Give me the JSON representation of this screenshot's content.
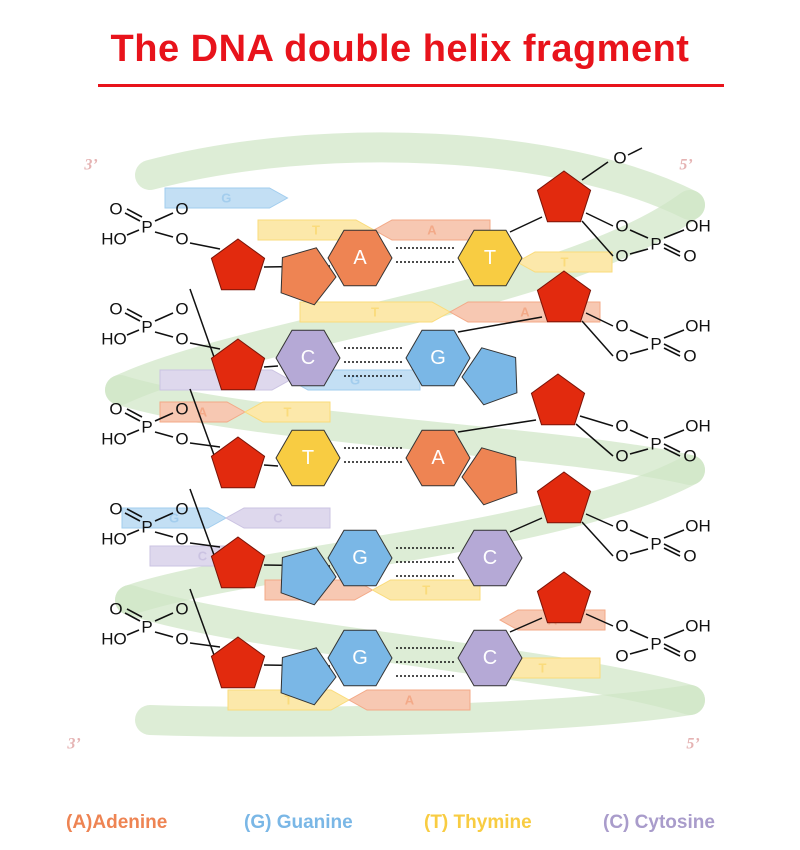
{
  "title": "The DNA double helix fragment",
  "strand_ends": {
    "top_left": "3’",
    "top_right": "5’",
    "bottom_left": "3’",
    "bottom_right": "5’"
  },
  "chem": {
    "o": "O",
    "p": "P",
    "ho": "HO",
    "oh": "OH"
  },
  "colors": {
    "adenine": "#ee8453",
    "guanine": "#7ab7e6",
    "thymine": "#f8cc42",
    "cytosine": "#b5a9d6",
    "sugar": "#e22a0e",
    "title": "#e8131b",
    "helix": "#cfe5c4"
  },
  "base_pairs": [
    {
      "left": "A",
      "right": "T",
      "left_type": "adenine",
      "right_type": "thymine"
    },
    {
      "left": "C",
      "right": "G",
      "left_type": "cytosine",
      "right_type": "guanine"
    },
    {
      "left": "T",
      "right": "A",
      "left_type": "thymine",
      "right_type": "adenine"
    },
    {
      "left": "G",
      "right": "C",
      "left_type": "guanine",
      "right_type": "cytosine"
    },
    {
      "left": "G",
      "right": "C",
      "left_type": "guanine",
      "right_type": "cytosine"
    }
  ],
  "background_pairs": [
    {
      "left": "G",
      "right": "",
      "left_type": "guanine",
      "right_type": ""
    },
    {
      "left": "T",
      "right": "A",
      "left_type": "thymine",
      "right_type": "adenine"
    },
    {
      "left": "",
      "right": "T",
      "left_type": "",
      "right_type": "thymine"
    },
    {
      "left": "T",
      "right": "A",
      "left_type": "thymine",
      "right_type": "adenine"
    },
    {
      "left": "C",
      "right": "G",
      "left_type": "cytosine",
      "right_type": "guanine"
    },
    {
      "left": "A",
      "right": "T",
      "left_type": "adenine",
      "right_type": "thymine"
    },
    {
      "left": "G",
      "right": "C",
      "left_type": "guanine",
      "right_type": "cytosine"
    },
    {
      "left": "C",
      "right": "",
      "left_type": "cytosine",
      "right_type": ""
    },
    {
      "left": "A",
      "right": "T",
      "left_type": "adenine",
      "right_type": "thymine"
    },
    {
      "left": "",
      "right": "A",
      "left_type": "",
      "right_type": "adenine"
    },
    {
      "left": "",
      "right": "T",
      "left_type": "",
      "right_type": "thymine"
    },
    {
      "left": "T",
      "right": "A",
      "left_type": "thymine",
      "right_type": "adenine"
    }
  ],
  "legend": [
    {
      "text": "(A)Adenine",
      "color": "#ee8453"
    },
    {
      "text": "(G) Guanine",
      "color": "#7ab7e6"
    },
    {
      "text": "(T) Thymine",
      "color": "#f8cc42"
    },
    {
      "text": "(C) Cytosine",
      "color": "#a99ccb"
    }
  ]
}
